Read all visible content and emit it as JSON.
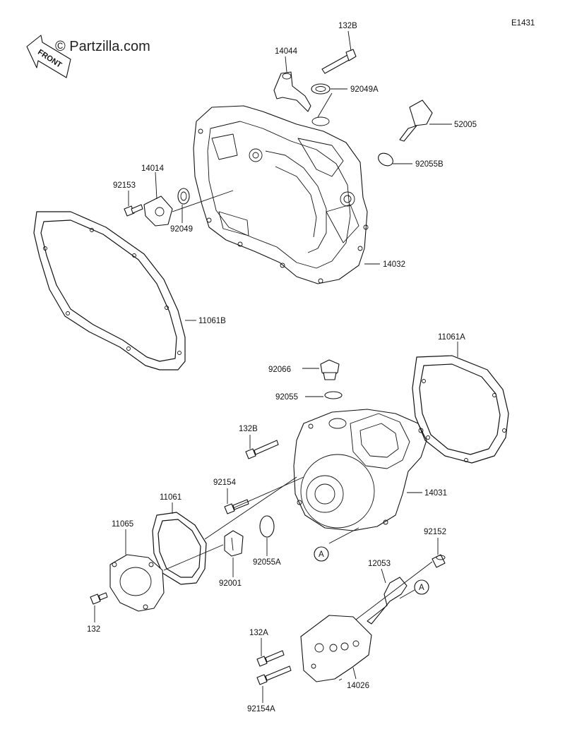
{
  "diagram_code": "E1431",
  "watermark": "© Partzilla.com",
  "front_label": "FRONT",
  "callout_marker": "A",
  "labels": {
    "p132b_top": "132B",
    "p14044": "14044",
    "p92049a": "92049A",
    "p52005": "52005",
    "p92055b": "92055B",
    "p14014": "14014",
    "p92153": "92153",
    "p92049": "92049",
    "p14032": "14032",
    "p11061b": "11061B",
    "p11061a": "11061A",
    "p92066": "92066",
    "p92055": "92055",
    "p132b_mid": "132B",
    "p92154": "92154",
    "p14031": "14031",
    "p11061": "11061",
    "p11065": "11065",
    "p92055a": "92055A",
    "p92001": "92001",
    "p92152": "92152",
    "p12053": "12053",
    "p132": "132",
    "p132a": "132A",
    "p14026": "14026",
    "p92154a": "92154A"
  }
}
